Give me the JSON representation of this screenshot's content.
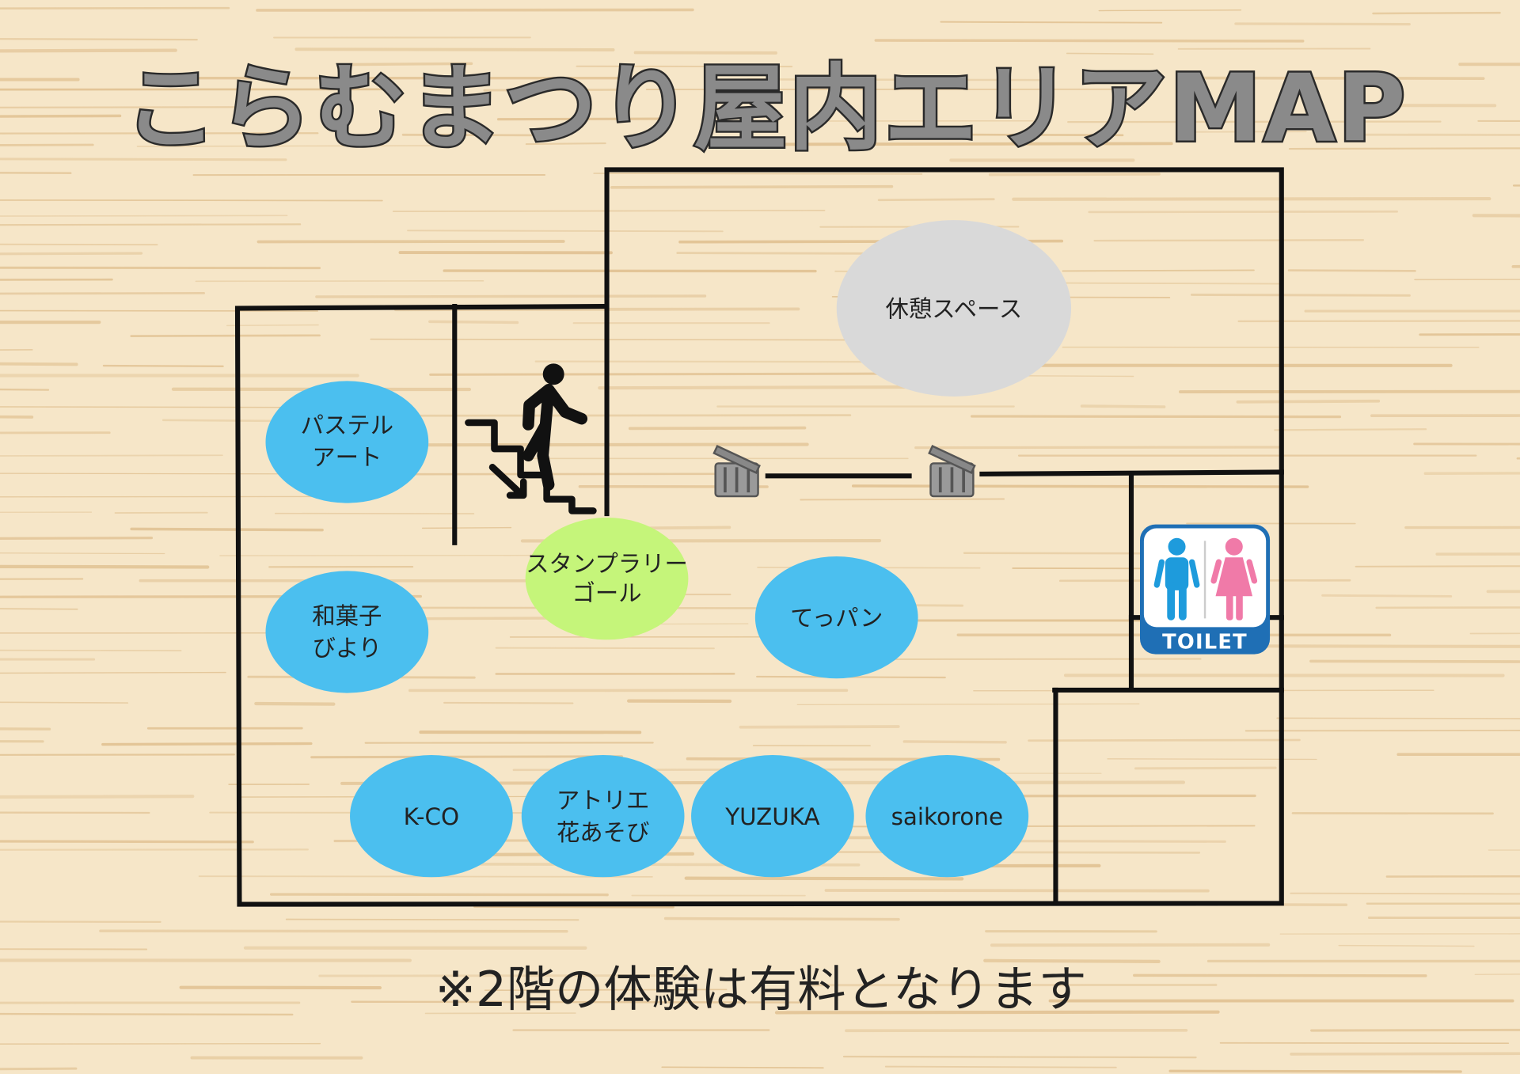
{
  "title": "こらむまつり屋内エリアMAP",
  "footer_note": "※2階の体験は有料となります",
  "colors": {
    "background": "#f6e6c8",
    "grain": "#e3c597",
    "booth": "#4bbfef",
    "rest": "#d9d9d9",
    "stamp": "#c5f57a",
    "toilet_blue": "#1f6fb5",
    "male": "#1e9bdc",
    "female": "#f07aa8"
  },
  "areas": {
    "rest": [
      "休憩スペース"
    ],
    "stamp": [
      "スタンプラリー",
      "ゴール"
    ],
    "pastel": [
      "パステル",
      "アート"
    ],
    "wagashi": [
      "和菓子",
      "びより"
    ],
    "teppan": [
      "てっパン"
    ],
    "kco": [
      "K-CO"
    ],
    "atelier": [
      "アトリエ",
      "花あそび"
    ],
    "yuzuka": [
      "YUZUKA"
    ],
    "saikorone": [
      "saikorone"
    ]
  },
  "toilet_label": "TOILET"
}
